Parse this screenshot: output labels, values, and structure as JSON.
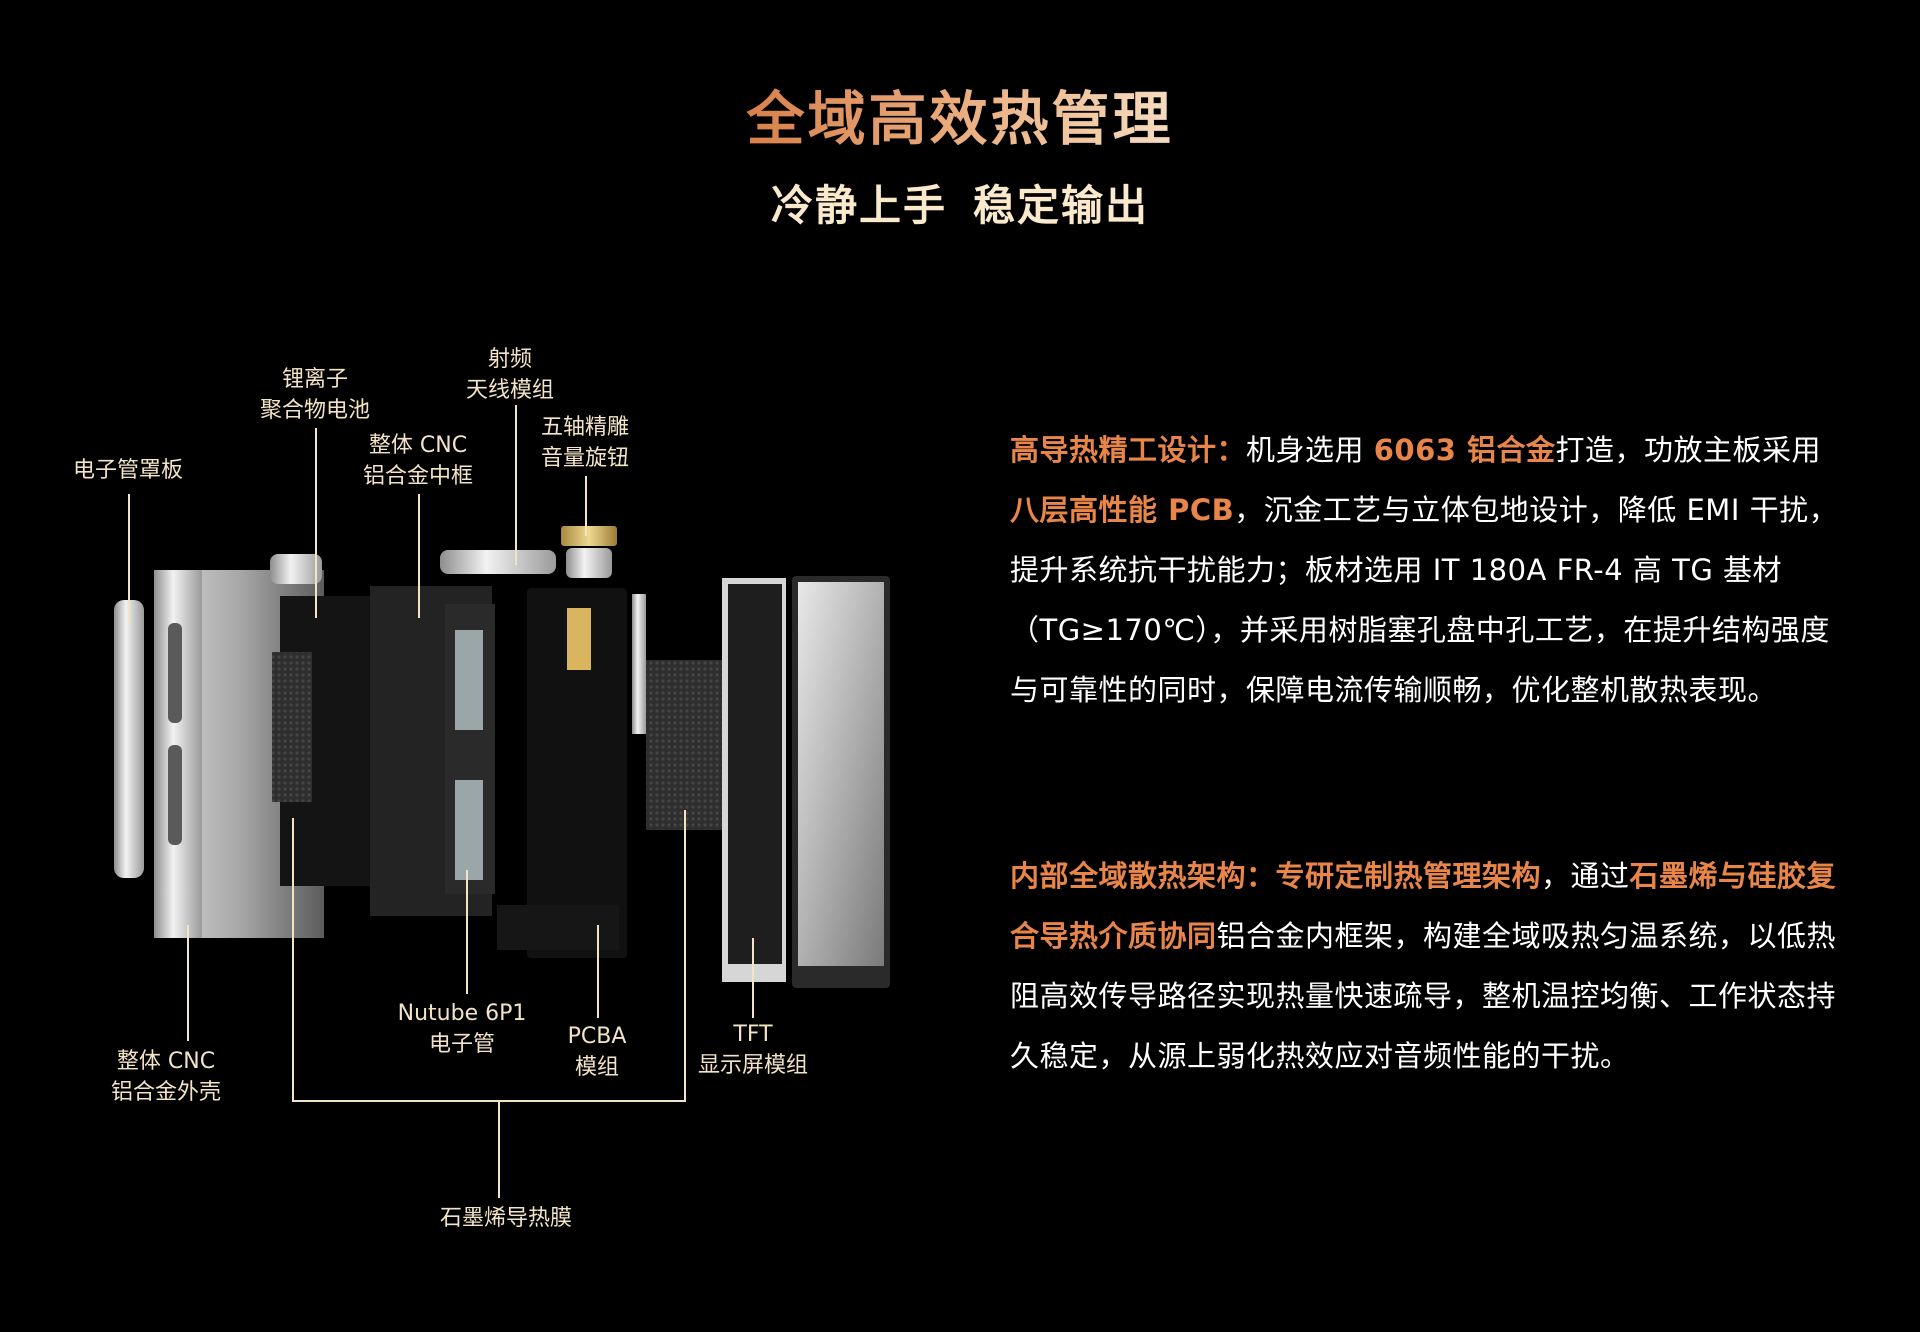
{
  "header": {
    "title": "全域高效热管理",
    "subtitle_left": "冷静上手",
    "subtitle_right": "稳定输出"
  },
  "colors": {
    "background": "#000000",
    "accent": "#e8864a",
    "title_gradient_start": "#d8804a",
    "title_gradient_end": "#f6dcbf",
    "label": "#f3e4c6",
    "body_text": "#ffffff"
  },
  "diagram": {
    "image_description": "exploded-device-render",
    "labels": {
      "tube_cover": "电子管罩板",
      "battery_line1": "锂离子",
      "battery_line2": "聚合物电池",
      "midframe_line1": "整体 CNC",
      "midframe_line2": "铝合金中框",
      "rf_line1": "射频",
      "rf_line2": "天线模组",
      "knob_line1": "五轴精雕",
      "knob_line2": "音量旋钮",
      "shell_line1": "整体 CNC",
      "shell_line2": "铝合金外壳",
      "nutube_line1": "Nutube 6P1",
      "nutube_line2": "电子管",
      "pcba_line1": "PCBA",
      "pcba_line2": "模组",
      "tft_line1": "TFT",
      "tft_line2": "显示屏模组",
      "graphene": "石墨烯导热膜"
    }
  },
  "section1": {
    "heading": "高导热精工设计：",
    "t1": "机身选用 ",
    "h1": "6063 铝合金",
    "t2": "打造，功放主板采用",
    "h2": "八层高性能 PCB",
    "t3": "，沉金工艺与立体包地设计，降低 EMI 干扰，提升系统抗干扰能力；板材选用 IT 180A FR-4 高 TG 基材（TG≥170℃），并采用树脂塞孔盘中孔工艺，在提升结构强度与可靠性的同时，保障电流传输顺畅，优化整机散热表现。"
  },
  "section2": {
    "heading": "内部全域散热架构：",
    "h1": "专研定制热管理架构",
    "t1": "，通过",
    "h2": "石墨烯与硅胶复合导热介质协同",
    "t2": "铝合金内框架，构建全域吸热匀温系统，以低热阻高效传导路径实现热量快速疏导，整机温控均衡、工作状态持久稳定，从源上弱化热效应对音频性能的干扰。"
  }
}
